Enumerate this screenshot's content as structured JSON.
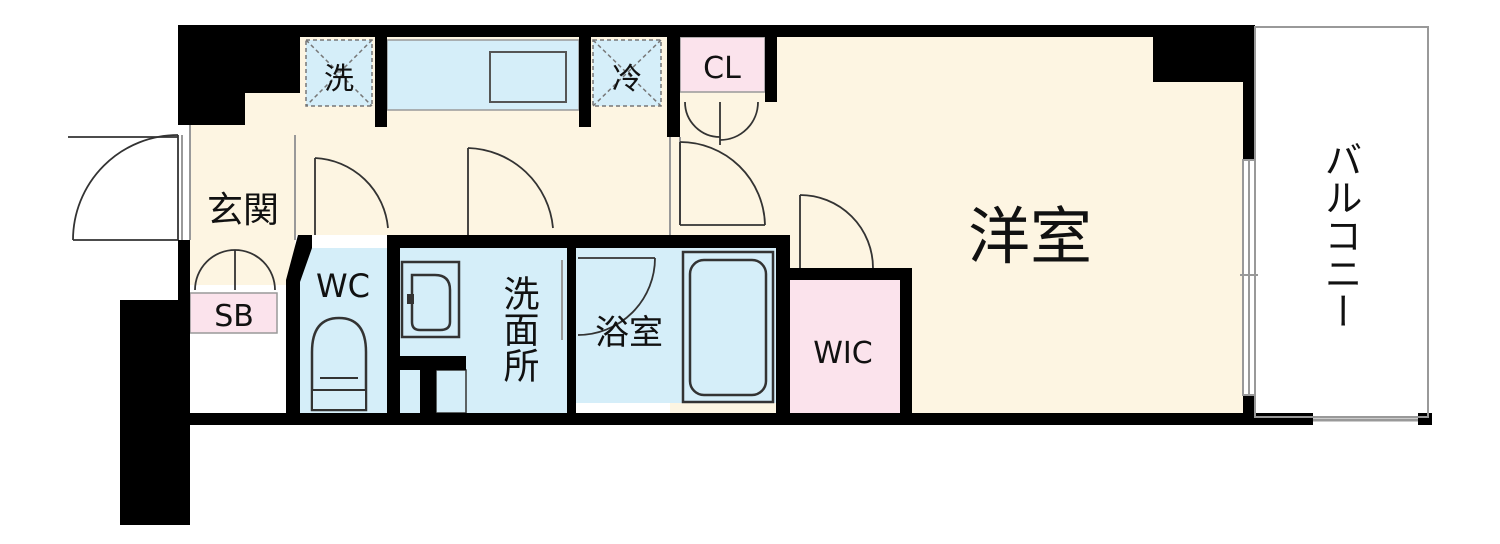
{
  "rooms": {
    "entrance": "玄関",
    "shoe_box": "SB",
    "toilet": "WC",
    "washroom": "洗面所",
    "bathroom": "浴室",
    "western_room": "洋室",
    "walk_in_closet": "WIC",
    "closet": "CL",
    "balcony": "バルコニー"
  },
  "fixtures": {
    "washing_machine": "洗",
    "refrigerator": "冷"
  },
  "colors": {
    "wall": "#000000",
    "floor_wood": "#fdf5e2",
    "wet_area": "#d5eef9",
    "storage": "#fbe3ec",
    "outline": "#999999"
  }
}
